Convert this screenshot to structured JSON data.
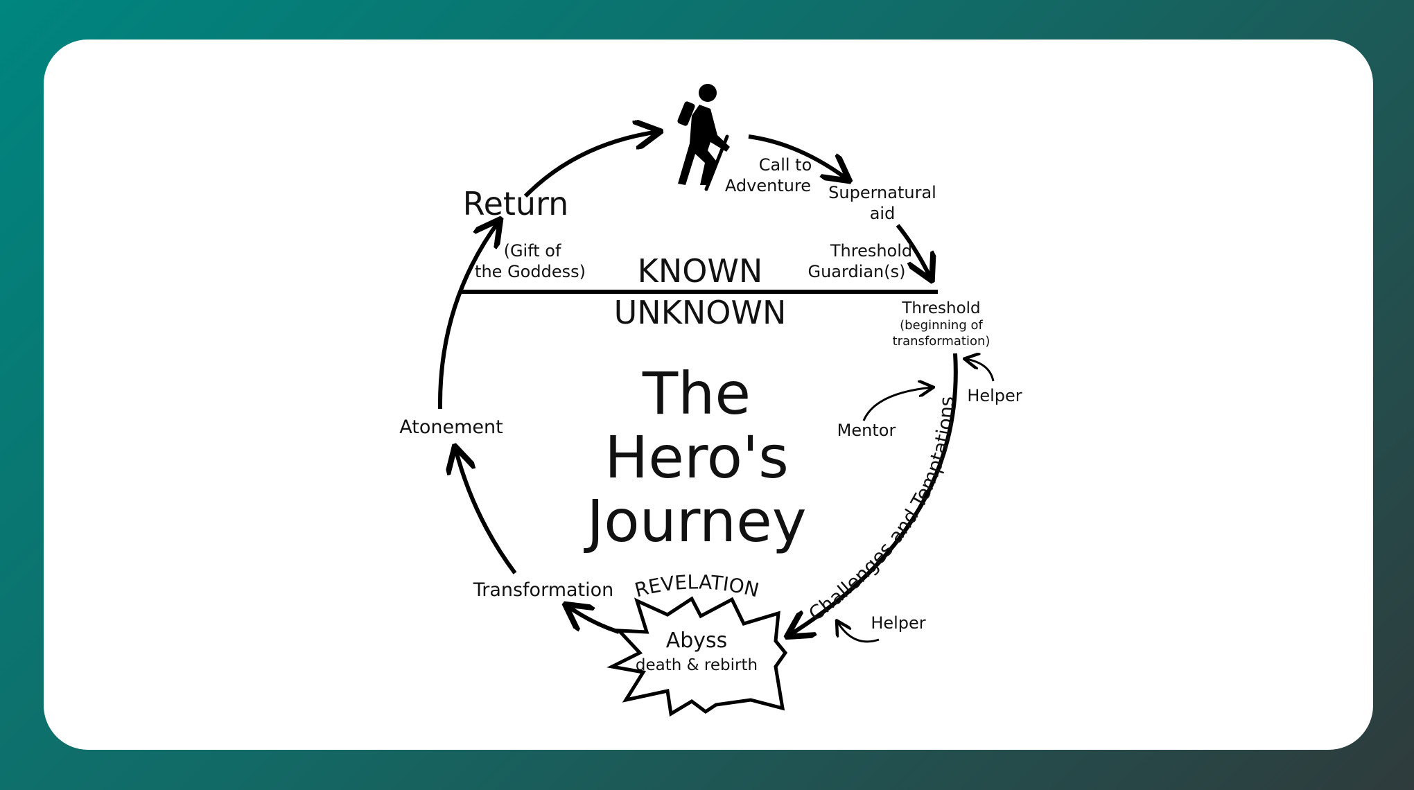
{
  "diagram": {
    "title_line1": "The",
    "title_line2": "Hero's",
    "title_line3": "Journey",
    "known": "KNOWN",
    "unknown": "UNKNOWN",
    "call_line1": "Call to",
    "call_line2": "Adventure",
    "supernatural_line1": "Supernatural",
    "supernatural_line2": "aid",
    "guardian_line1": "Threshold",
    "guardian_line2": "Guardian(s)",
    "threshold": "Threshold",
    "threshold_sub1": "(beginning of",
    "threshold_sub2": "transformation)",
    "helper_top": "Helper",
    "mentor": "Mentor",
    "challenges": "Challenges and Temptations",
    "helper_bottom": "Helper",
    "revelation": "REVELATION",
    "abyss": "Abyss",
    "abyss_sub": "death & rebirth",
    "transformation": "Transformation",
    "atonement": "Atonement",
    "return": "Return",
    "gift_line1": "(Gift of",
    "gift_line2": "the Goddess)"
  }
}
